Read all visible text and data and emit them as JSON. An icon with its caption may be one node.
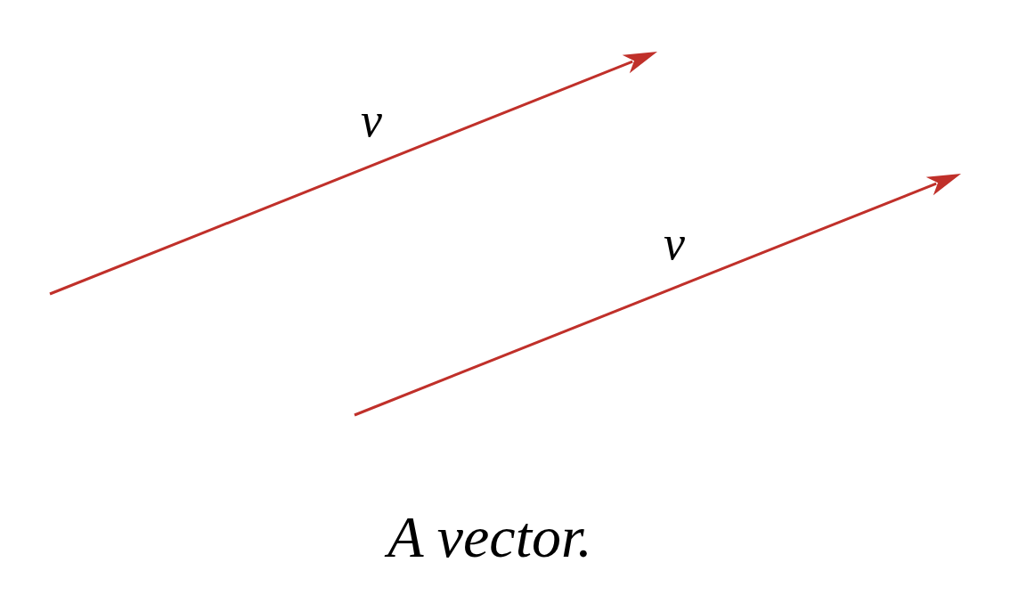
{
  "diagram": {
    "caption": "A vector.",
    "labels": [
      "v",
      "v"
    ]
  }
}
